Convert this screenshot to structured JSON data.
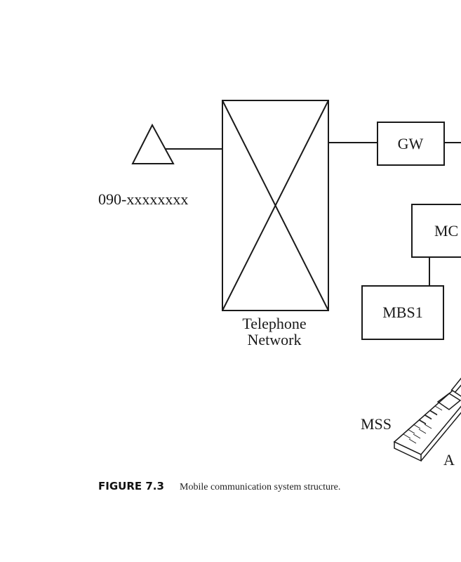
{
  "diagram": {
    "phone_number": "090-xxxxxxxx",
    "network_label_line1": "Telephone",
    "network_label_line2": "Network",
    "gateway": "GW",
    "mobile_control": "MC",
    "base_station": "MBS1",
    "mobile_station_label": "MSS",
    "mobile_station_id": "A"
  },
  "caption": {
    "number": "FIGURE 7.3",
    "text": "Mobile communication system structure."
  }
}
